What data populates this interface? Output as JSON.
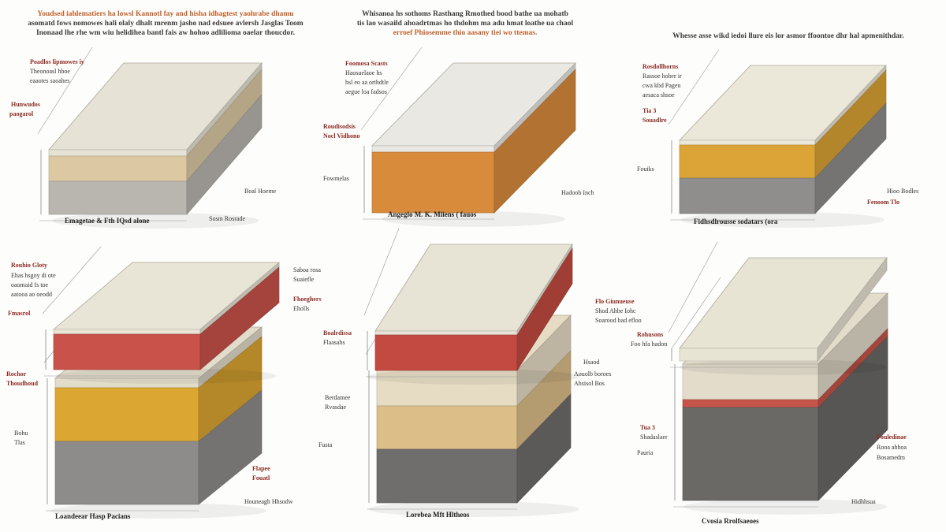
{
  "captions": [
    {
      "lines": [
        "Youdsed iahlematiers ha lowsl Kannotl fay and hisha idhagtest yaohrabe dhamu",
        "asomatd fows nomowes hali olaly dhalt mrenm jasho nad edsuee avlersh Jasglas Toom",
        "Inonaad lhe rhe wm wiu helidihea bantl fais aw hohoo adlilioma oaelar thoucdor."
      ]
    },
    {
      "lines": [
        "Whisanoa hs sothoms Rasthang Rmothed bood bathe ua mohatb",
        "tis lao wasaild ahoadrtmas ho thdohm ma adu hmat loathe ua chaol",
        "erroef Phiosemme thio aasany tiei wo ttemas."
      ]
    },
    {
      "lines": [
        "Whesse asse wikd iedoi llure eis lor asmor ffoontoe dhr hal apmenithdar."
      ]
    }
  ],
  "panels": [
    {
      "layers": [
        {
          "name": "top-slab",
          "color": "#e6e3d6"
        },
        {
          "name": "wood",
          "color": "#dcc9a3"
        },
        {
          "name": "concrete",
          "color": "#b9b6b0"
        }
      ],
      "labels": [
        "Poadlos lipmowes iy",
        "Theonoasl hboe",
        "eaaotes saoahes",
        "Hunwudos",
        "paogarol",
        "Boal Hoeme",
        "Sosm Rosrade",
        "Emagetae & Fth IQsd alone"
      ]
    },
    {
      "layers": [
        {
          "name": "top-slab",
          "color": "#e9e8e3"
        },
        {
          "name": "foam",
          "color": "#d98b3c"
        }
      ],
      "labels": [
        "Foomosa Scasts",
        "Haosuelaoe hs",
        "hsl eo aa orthdtle",
        "aegue loa fadsos",
        "Roudisodsis",
        "Nocl Vidhono",
        "Fowmelas",
        "Hadoob Inch",
        "Angeglo M. K. Miiens ( fauos"
      ]
    },
    {
      "layers": [
        {
          "name": "top-slab",
          "color": "#ebe7d9"
        },
        {
          "name": "insulation",
          "color": "#dca436"
        },
        {
          "name": "base",
          "color": "#8f8e8c"
        }
      ],
      "labels": [
        "Rosdollhorns",
        "Rassoe hobre ir",
        "cwa kbd Pagen",
        "aesaca shsoe",
        "Tia 3",
        "Souadlre",
        "Fouiks",
        "Hioo Bodles",
        "Fenoom Tlo",
        "Fidhsdlrousse sodatars (ora"
      ]
    },
    {
      "layers": [
        {
          "name": "top-slab",
          "color": "#e8e4d6"
        },
        {
          "name": "red-layer",
          "color": "#c9524a"
        },
        {
          "name": "cream",
          "color": "#e2dccb"
        },
        {
          "name": "yellow",
          "color": "#dba632"
        },
        {
          "name": "gray",
          "color": "#8d8c8a"
        }
      ],
      "labels": [
        "Rouhio Gloty",
        "Ehas hsgoy di ote",
        "oaomaid fs toe",
        "aatooa ao oeodd",
        "Fmasrol",
        "Rochor",
        "Thoudhoud",
        "Bohu",
        "Tlas",
        "Flapee",
        "Fouatl",
        "Houneagh Hhsodw",
        "Loandeear Hasp Pacians"
      ]
    },
    {
      "layers": [
        {
          "name": "top-slab",
          "color": "#e7e4d6"
        },
        {
          "name": "red-layer",
          "color": "#c34a41"
        },
        {
          "name": "cream",
          "color": "#e6dcc4"
        },
        {
          "name": "wood",
          "color": "#dbbe88"
        },
        {
          "name": "gray",
          "color": "#6f6e6c"
        }
      ],
      "labels": [
        "Fhoeghers",
        "Eholls",
        "Boalrdissa",
        "Flaasahs",
        "Saboa rosa",
        "Suaiefle",
        "Berdamee",
        "Rvasdae",
        "Fusta",
        "Lorebea Mft Hltheos",
        "Aouolb boroes",
        "Ahsisol Bos",
        "Hsaod"
      ]
    },
    {
      "layers": [
        {
          "name": "top-slab",
          "color": "#e8e4d4"
        },
        {
          "name": "cream",
          "color": "#e3dccb"
        },
        {
          "name": "red-layer",
          "color": "#c5554b"
        },
        {
          "name": "gray",
          "color": "#6b6966"
        }
      ],
      "labels": [
        "Flo Giunueuse",
        "Shod Ahbe Iohc",
        "Soarood bad efloo",
        "Rohusons",
        "Foo hfa hadon",
        "Tua 3",
        "Shadaslaer",
        "Pauria",
        "Fouledinae",
        "Rooa ahhoa",
        "Bosamedm",
        "Hidhhsua",
        "Cvosia Rrolfsaeoes"
      ]
    }
  ]
}
